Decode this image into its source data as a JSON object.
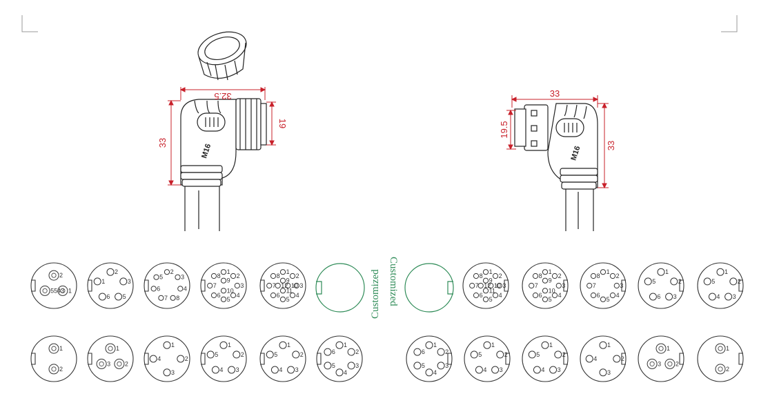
{
  "model_label": "M16",
  "left_view": {
    "dim_width": "32.5",
    "dim_height": "33",
    "dim_nut": "19"
  },
  "right_view": {
    "dim_width": "33",
    "dim_height": "33",
    "dim_nut": "19.5"
  },
  "custom_label": "Customized",
  "colors": {
    "dimension": "#c8202a",
    "custom": "#2e8b57",
    "line": "#222222"
  },
  "male_row1": [
    {
      "labels": [
        "2",
        "1",
        "5543"
      ]
    },
    {
      "labels": [
        "2",
        "3",
        "5",
        "6",
        "1"
      ]
    },
    {
      "labels": [
        "2",
        "3",
        "4",
        "8",
        "7",
        "6",
        "5"
      ]
    },
    {
      "labels": [
        "1",
        "2",
        "3",
        "4",
        "5",
        "6",
        "7",
        "8",
        "9",
        "10"
      ]
    },
    {
      "labels": [
        "1",
        "2",
        "3",
        "4",
        "5",
        "6",
        "7",
        "8",
        "9",
        "10",
        "11",
        "12"
      ]
    }
  ],
  "male_row2": [
    {
      "labels": [
        "1",
        "2"
      ]
    },
    {
      "labels": [
        "1",
        "2",
        "3"
      ]
    },
    {
      "labels": [
        "1",
        "2",
        "3",
        "4"
      ]
    },
    {
      "labels": [
        "1",
        "2",
        "3",
        "4",
        "5"
      ]
    },
    {
      "labels": [
        "1",
        "2",
        "3",
        "4",
        "5"
      ]
    },
    {
      "labels": [
        "1",
        "2",
        "3",
        "4",
        "5",
        "6"
      ]
    }
  ],
  "female_row1": [
    {
      "labels": [
        "1",
        "2",
        "3",
        "4",
        "5",
        "6",
        "7",
        "8",
        "9",
        "10",
        "11",
        "12"
      ]
    },
    {
      "labels": [
        "1",
        "2",
        "3",
        "4",
        "5",
        "6",
        "7",
        "8",
        "9",
        "10"
      ]
    },
    {
      "labels": [
        "1",
        "2",
        "3",
        "4",
        "5",
        "6",
        "7",
        "8"
      ]
    },
    {
      "labels": [
        "1",
        "2",
        "3",
        "6",
        "5"
      ]
    },
    {
      "labels": [
        "1",
        "2",
        "3",
        "4",
        "5"
      ]
    }
  ],
  "female_row2": [
    {
      "labels": [
        "1",
        "2",
        "3",
        "4",
        "5",
        "6"
      ]
    },
    {
      "labels": [
        "1",
        "2",
        "3",
        "4",
        "5"
      ]
    },
    {
      "labels": [
        "1",
        "2",
        "3",
        "4",
        "5"
      ]
    },
    {
      "labels": [
        "1",
        "2",
        "3",
        "4"
      ]
    },
    {
      "labels": [
        "1",
        "2",
        "3"
      ]
    },
    {
      "labels": [
        "1",
        "2"
      ]
    }
  ]
}
